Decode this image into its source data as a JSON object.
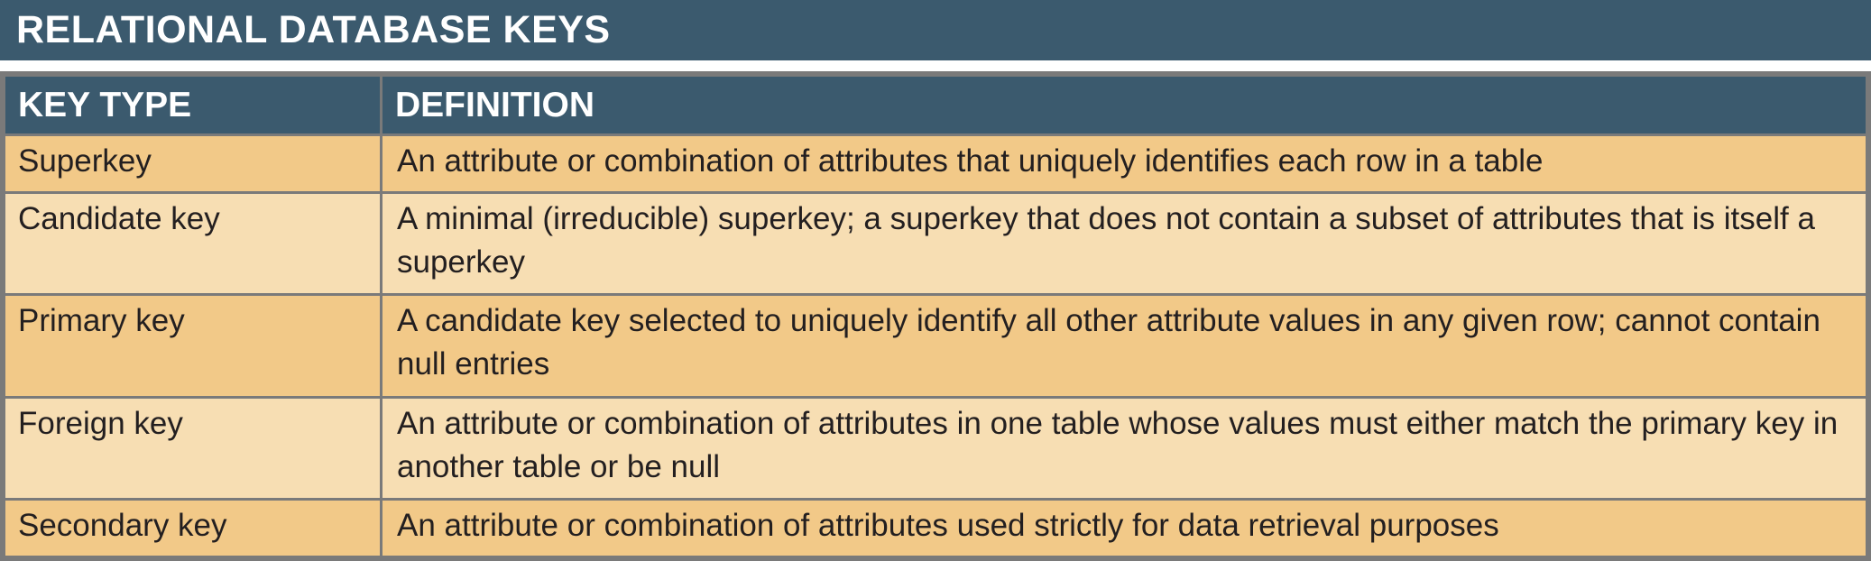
{
  "title": "RELATIONAL DATABASE KEYS",
  "table": {
    "headers": [
      "KEY TYPE",
      "DEFINITION"
    ],
    "rows": [
      {
        "key_type": "Superkey",
        "definition": "An attribute or combination of attributes that uniquely identifies each row in a table"
      },
      {
        "key_type": "Candidate key",
        "definition": "A minimal (irreducible) superkey; a superkey that does not contain a subset of attributes that is itself a superkey"
      },
      {
        "key_type": "Primary key",
        "definition": "A candidate key selected to uniquely identify all other attribute values in any given row; cannot contain null entries"
      },
      {
        "key_type": "Foreign key",
        "definition": "An attribute or combination of attributes in one table whose values must either match the primary key in another table or be null"
      },
      {
        "key_type": "Secondary key",
        "definition": "An attribute or combination of attributes used strictly for data retrieval purposes"
      }
    ]
  },
  "colors": {
    "header_bg": "#3b5a6e",
    "row_dark": "#f2c988",
    "row_light": "#f7deb3",
    "border": "#7a7a7a"
  }
}
